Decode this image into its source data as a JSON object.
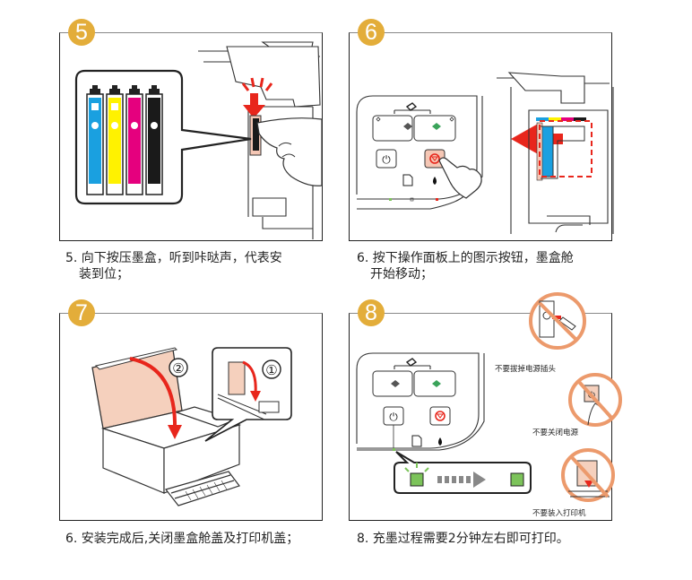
{
  "steps": [
    {
      "badge": "5",
      "caption_line1": "5. 向下按压墨盒，听到咔哒声，代表安",
      "caption_line2": "装到位；",
      "illustration": "press-ink-cartridge-into-holder",
      "cartridge_colors": [
        "#1aa0e0",
        "#fff200",
        "#e5007e",
        "#1a1a1a"
      ]
    },
    {
      "badge": "6",
      "caption_line1": "6. 按下操作面板上的图示按钮，墨盒舱",
      "caption_line2": "开始移动；",
      "illustration": "press-ink-button-carriage-moves"
    },
    {
      "badge": "7",
      "caption_line1": "6. 安装完成后,关闭墨盒舱盖及打印机盖；",
      "illustration": "close-cartridge-cover-and-scanner-lid",
      "callouts": [
        "②",
        "①"
      ]
    },
    {
      "badge": "8",
      "caption_line1": "8. 充墨过程需要2分钟左右即可打印。",
      "illustration": "charging-power-light-flashing",
      "warnings": [
        {
          "label": "不要拔掉电源插头",
          "icon": "unplug-prohibited-icon"
        },
        {
          "label": "不要关闭电源",
          "icon": "power-off-prohibited-icon"
        },
        {
          "label": "不要装入打印机",
          "icon": "load-paper-prohibited-icon"
        }
      ]
    }
  ],
  "colors": {
    "badge": "#e3ad3a",
    "red_arrow": "#e8261c",
    "prohibit_ring": "#ec9a6c",
    "led_green": "#7cc35a",
    "ink_button_bg": "#f5c7b5"
  }
}
